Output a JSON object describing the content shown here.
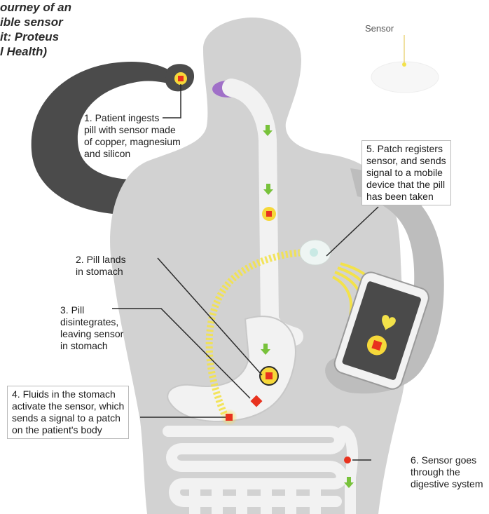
{
  "caption": {
    "lines": [
      "ourney of an",
      "ible sensor",
      "it: Proteus",
      "l Health)"
    ]
  },
  "sensor_label": "Sensor",
  "steps": [
    {
      "lines": [
        "1. Patient ingests",
        "pill with sensor made",
        "of copper, magnesium",
        "and silicon"
      ]
    },
    {
      "lines": [
        "2. Pill lands",
        "in stomach"
      ]
    },
    {
      "lines": [
        "3. Pill",
        "disintegrates,",
        "leaving sensor",
        "in stomach"
      ]
    },
    {
      "lines": [
        "4. Fluids in the stomach",
        "activate the sensor, which",
        "sends a signal to a patch",
        "on the patient's body"
      ]
    },
    {
      "lines": [
        "5. Patch registers",
        "sensor, and sends",
        "signal to a mobile",
        "device that the pill",
        "has been taken"
      ]
    },
    {
      "lines": [
        "6. Sensor goes",
        "through the",
        "digestive system"
      ]
    }
  ],
  "colors": {
    "body": "#d2d2d2",
    "arm": "#4b4b4b",
    "tract": "#f2f2f2",
    "signal": "#f3e24a",
    "sensor_red": "#e8321e",
    "pill_glow": "#f6d83a",
    "arrow_green": "#78c23b",
    "mouth_purple": "#a070c8"
  }
}
